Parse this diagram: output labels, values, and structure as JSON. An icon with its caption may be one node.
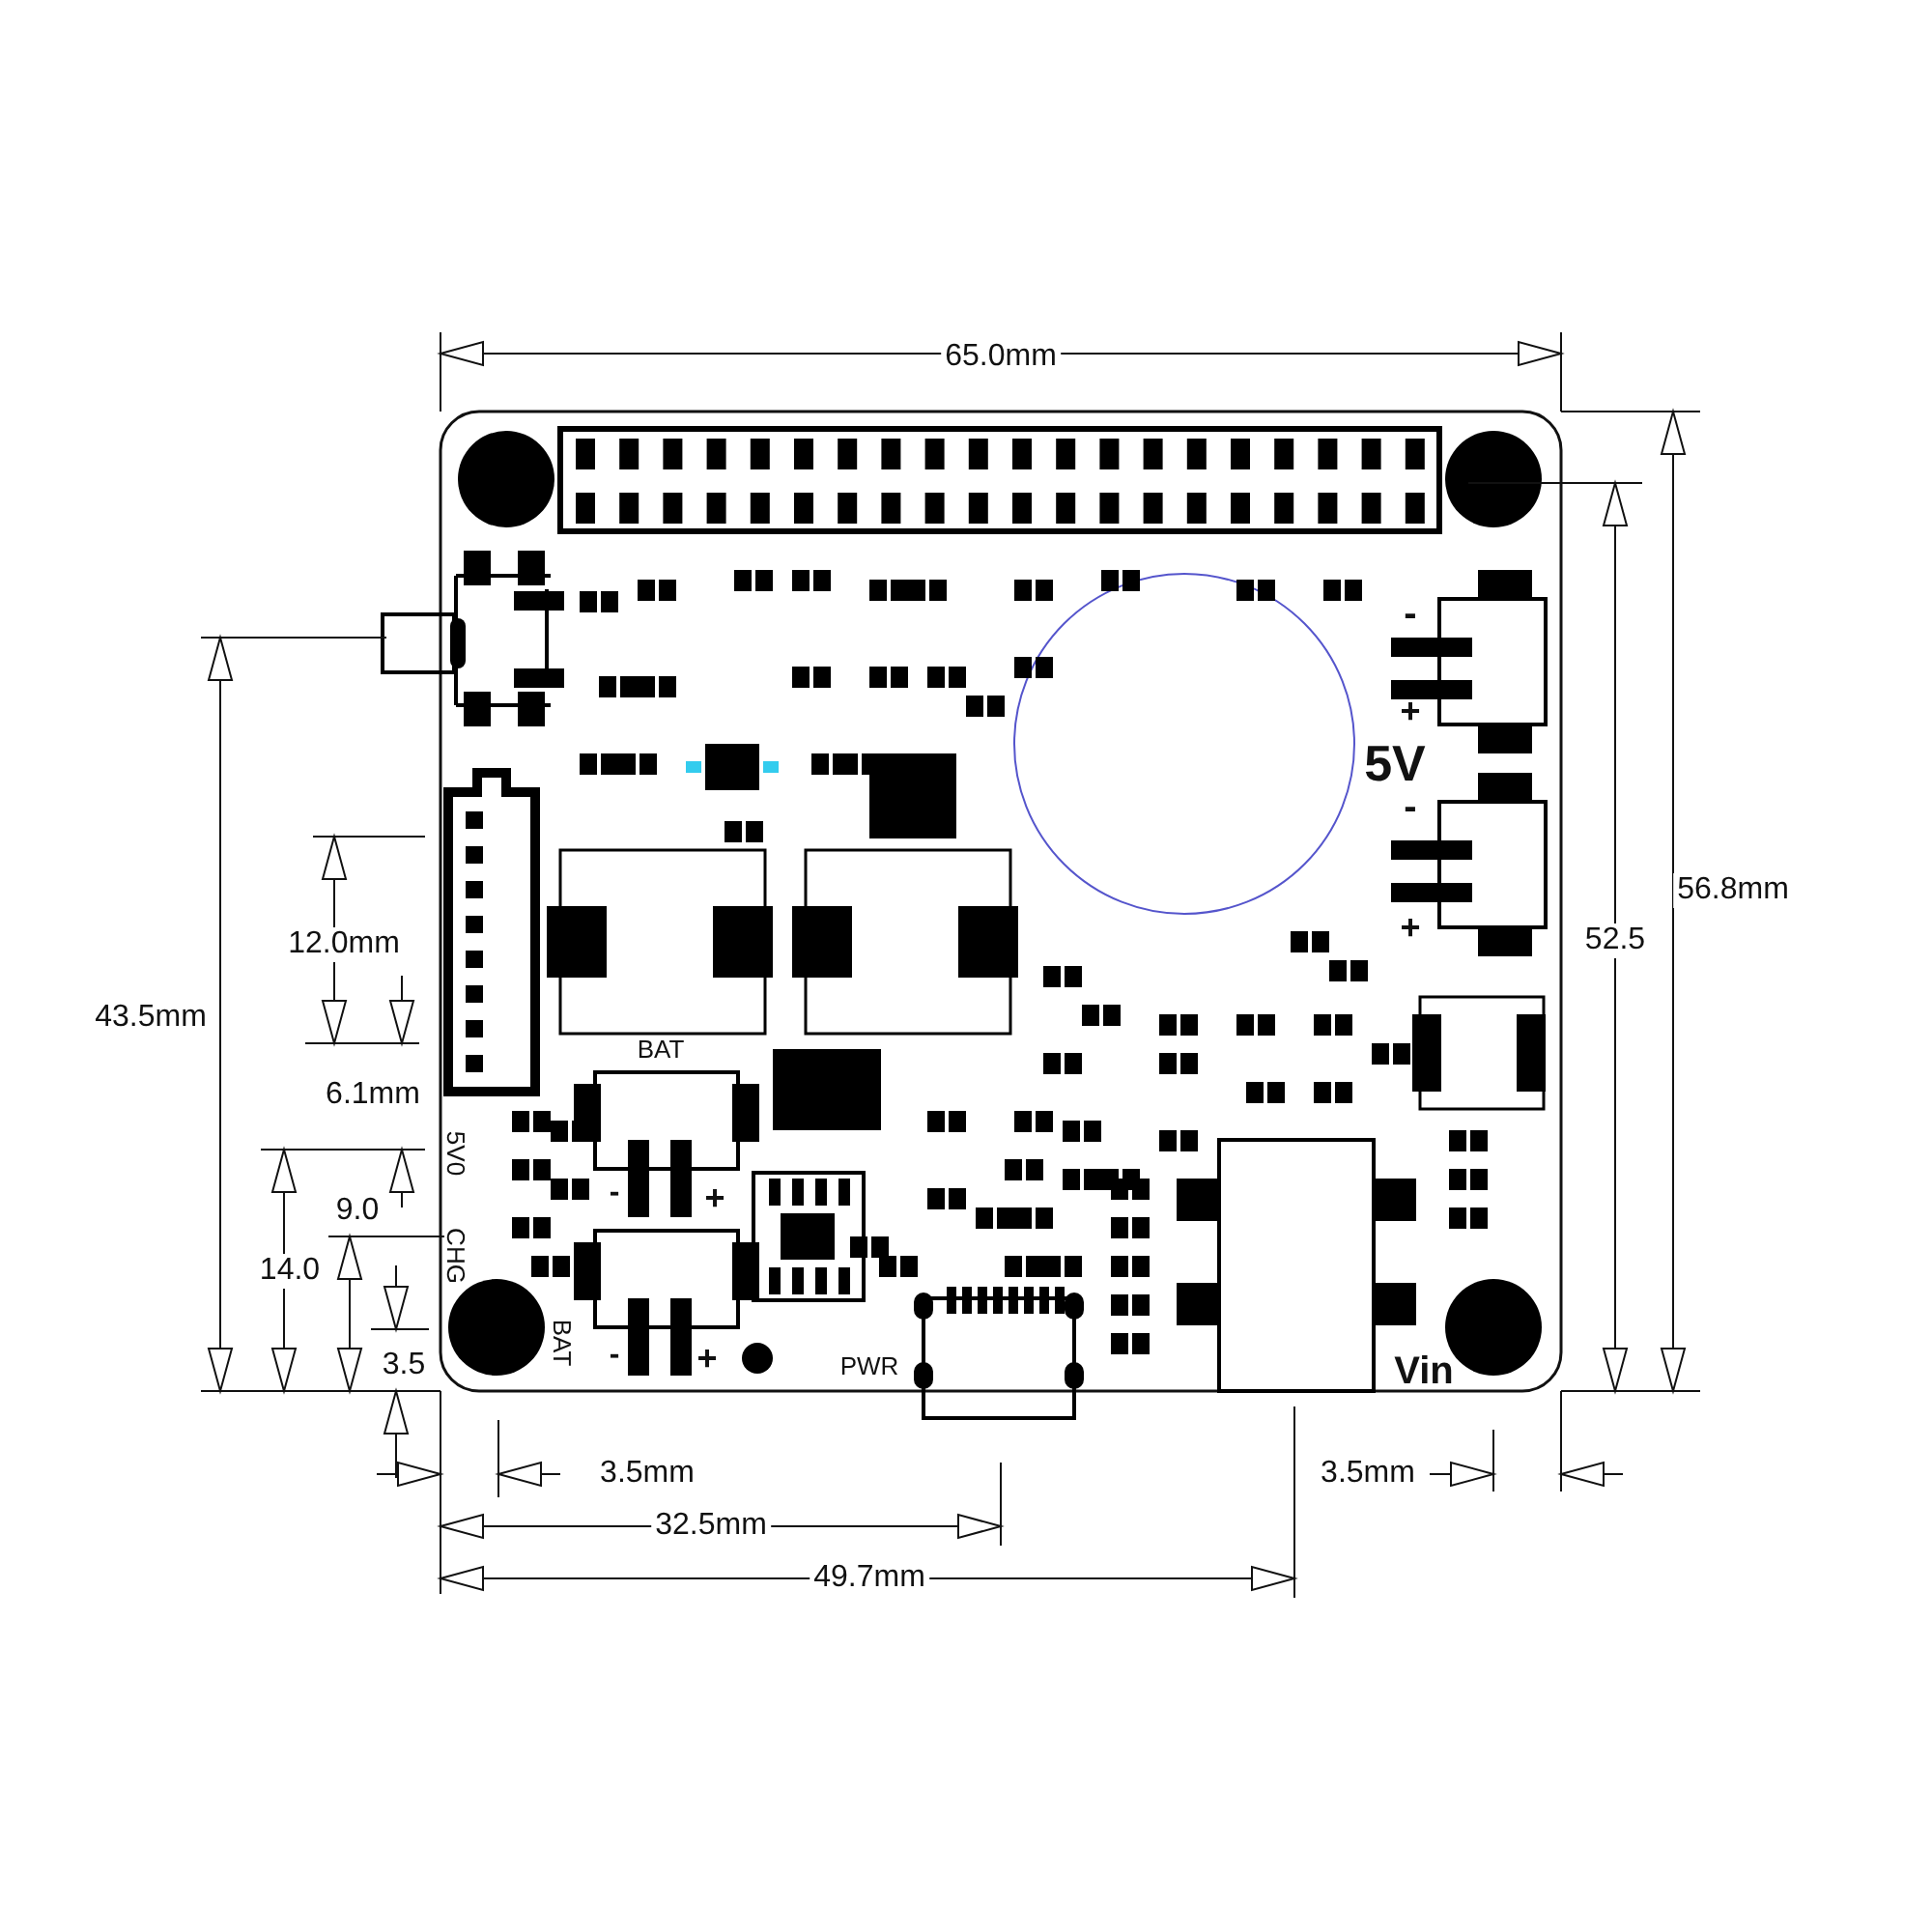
{
  "diagram": {
    "labels": [
      "65.0mm",
      "-",
      "+",
      "5V",
      "-",
      "+",
      "56.8mm",
      "52.5",
      "43.5mm",
      "12.0mm",
      "6.1mm",
      "BAT",
      "5V0",
      "-",
      "+",
      "9.0",
      "CHG",
      "14.0",
      "BAT",
      "-",
      "+",
      "PWR",
      "Vin",
      "3.5",
      "3.5mm",
      "3.5mm",
      "32.5mm",
      "49.7mm"
    ]
  }
}
